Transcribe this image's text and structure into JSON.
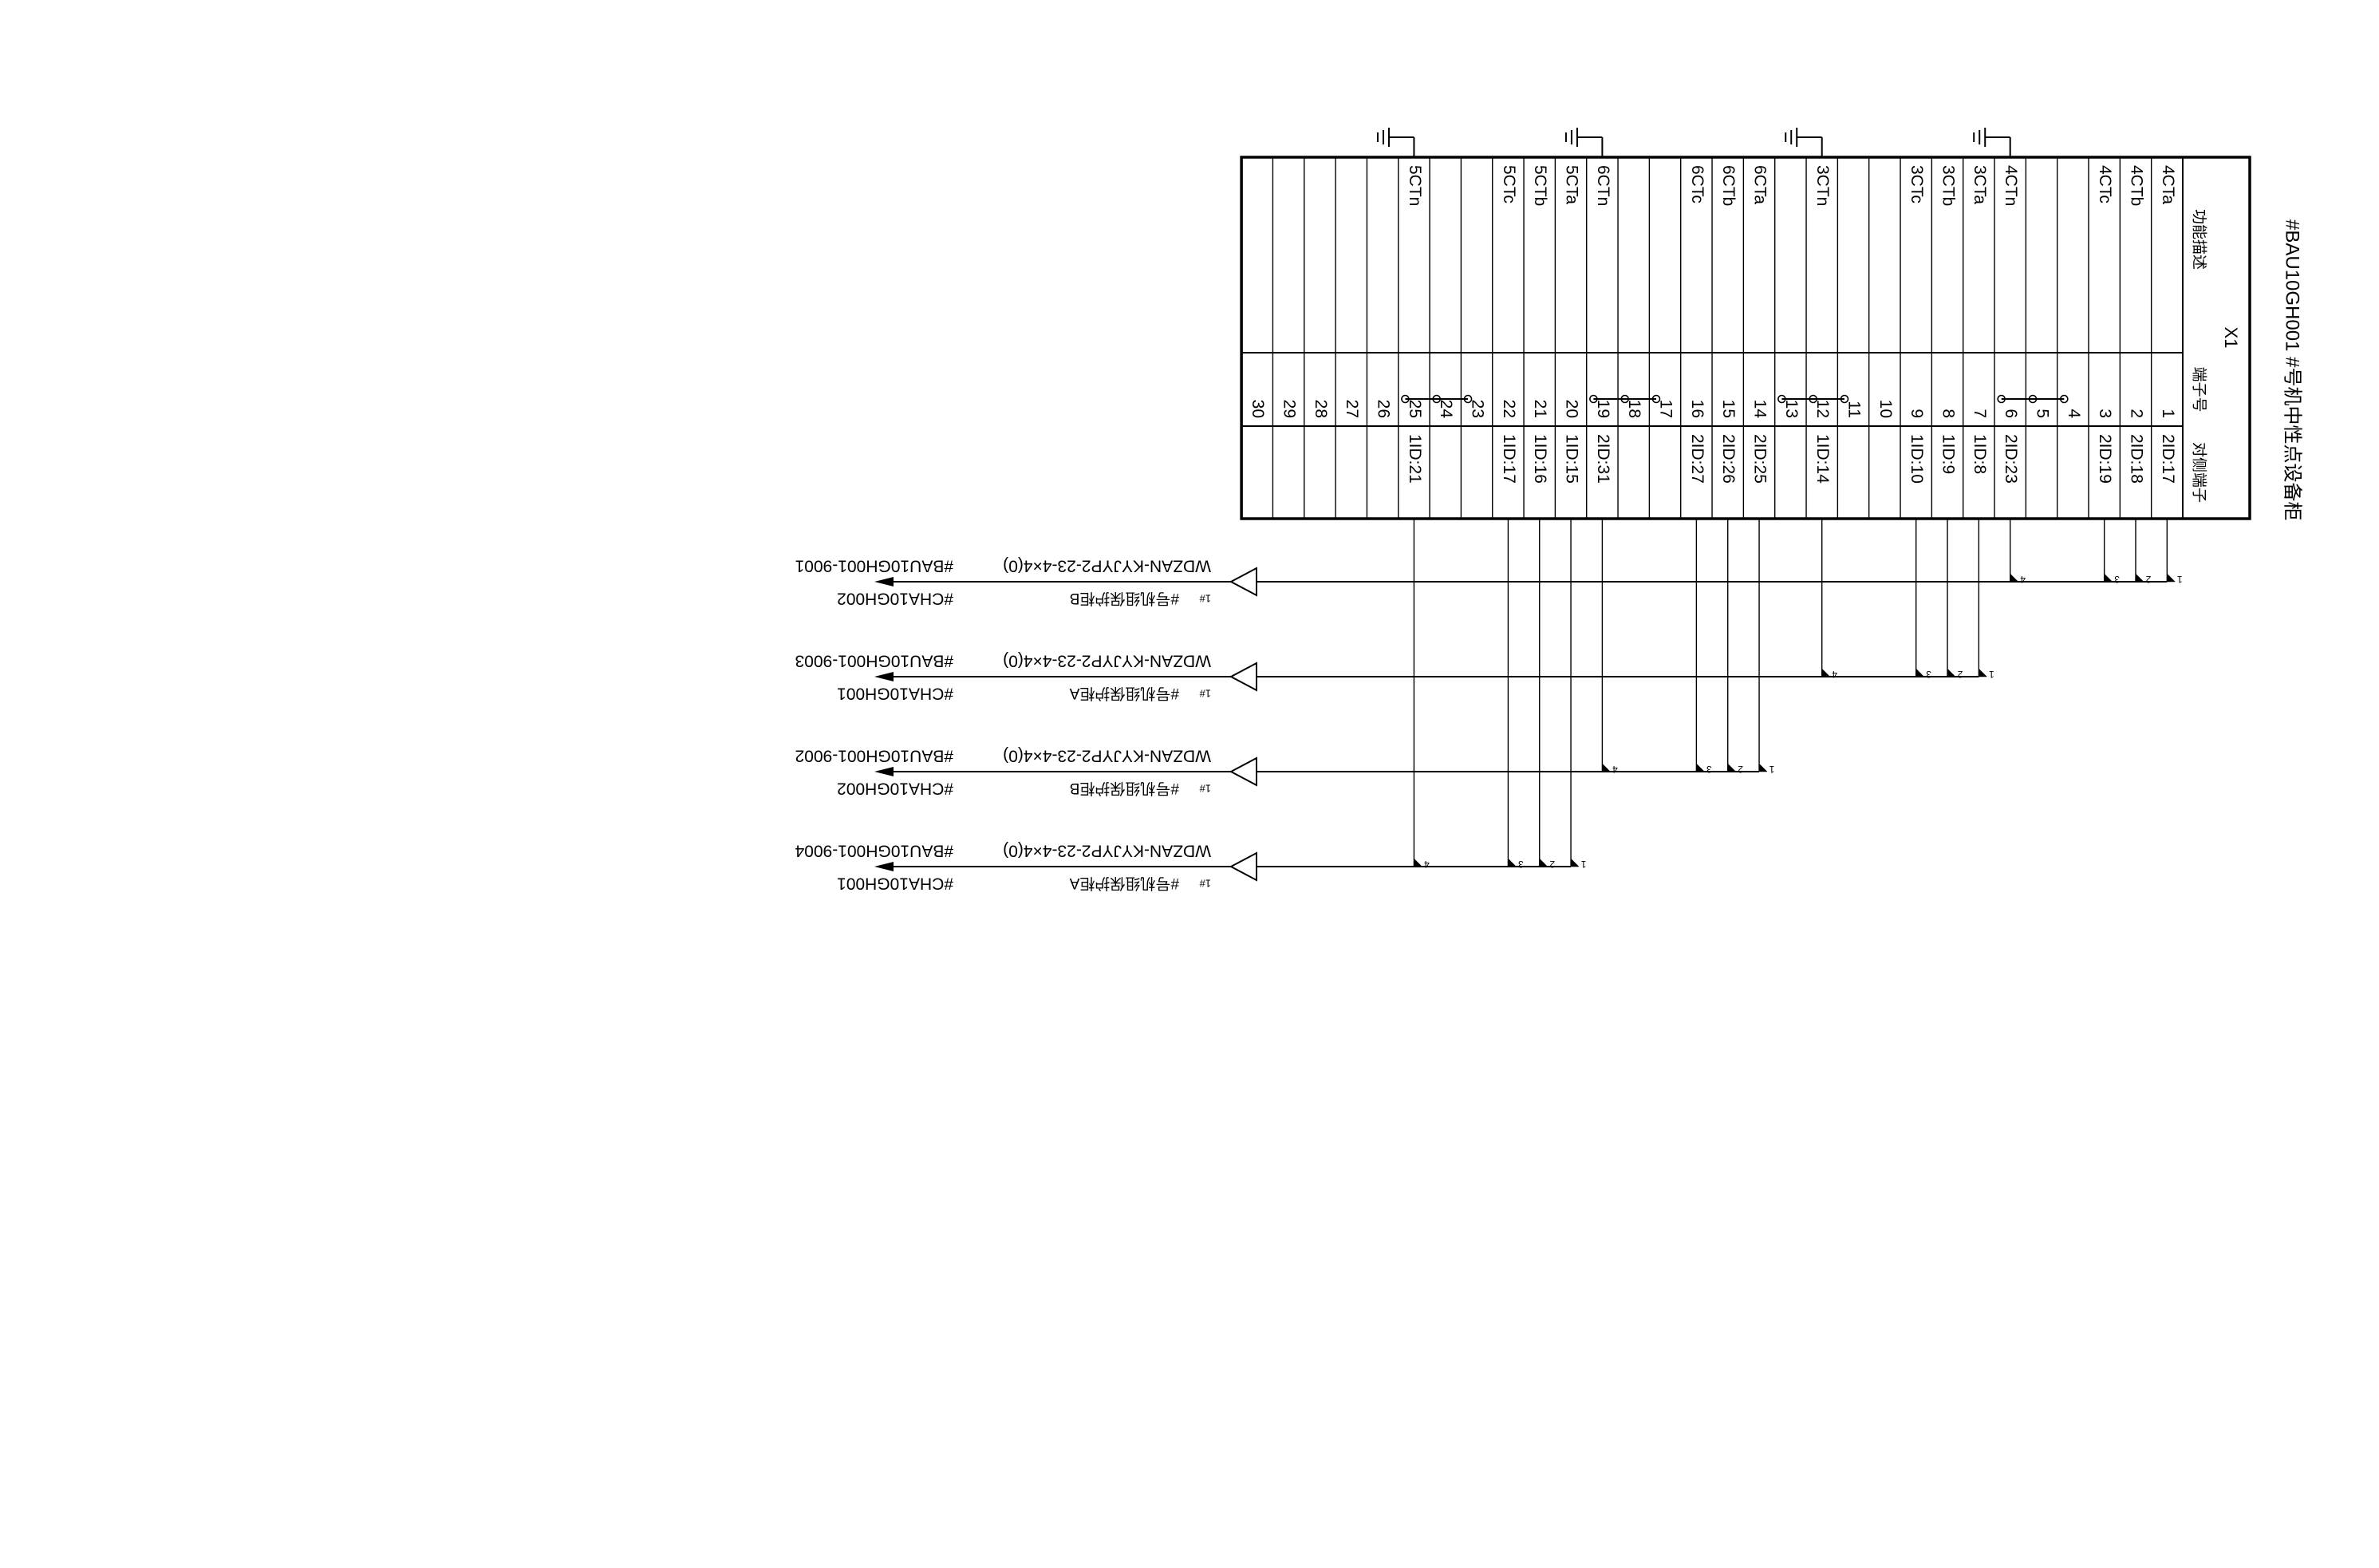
{
  "cabinet": {
    "title": "#BAU10GH001  #号机中性点设备柜",
    "block_name": "X1",
    "header_labels": {
      "function": "功能描述",
      "terminal": "端子号",
      "opposite": "对侧端子"
    }
  },
  "terminals": [
    {
      "no": "1",
      "func": "4CTa",
      "opp": "2ID:17"
    },
    {
      "no": "2",
      "func": "4CTb",
      "opp": "2ID:18"
    },
    {
      "no": "3",
      "func": "4CTc",
      "opp": "2ID:19"
    },
    {
      "no": "4",
      "func": "",
      "opp": ""
    },
    {
      "no": "5",
      "func": "",
      "opp": ""
    },
    {
      "no": "6",
      "func": "4CTn",
      "opp": "2ID:23"
    },
    {
      "no": "7",
      "func": "3CTa",
      "opp": "1ID:8"
    },
    {
      "no": "8",
      "func": "3CTb",
      "opp": "1ID:9"
    },
    {
      "no": "9",
      "func": "3CTc",
      "opp": "1ID:10"
    },
    {
      "no": "10",
      "func": "",
      "opp": ""
    },
    {
      "no": "11",
      "func": "",
      "opp": ""
    },
    {
      "no": "12",
      "func": "3CTn",
      "opp": "1ID:14"
    },
    {
      "no": "13",
      "func": "",
      "opp": ""
    },
    {
      "no": "14",
      "func": "6CTa",
      "opp": "2ID:25"
    },
    {
      "no": "15",
      "func": "6CTb",
      "opp": "2ID:26"
    },
    {
      "no": "16",
      "func": "6CTc",
      "opp": "2ID:27"
    },
    {
      "no": "17",
      "func": "",
      "opp": ""
    },
    {
      "no": "18",
      "func": "",
      "opp": ""
    },
    {
      "no": "19",
      "func": "6CTn",
      "opp": "2ID:31"
    },
    {
      "no": "20",
      "func": "5CTa",
      "opp": "1ID:15"
    },
    {
      "no": "21",
      "func": "5CTb",
      "opp": "1ID:16"
    },
    {
      "no": "22",
      "func": "5CTc",
      "opp": "1ID:17"
    },
    {
      "no": "23",
      "func": "",
      "opp": ""
    },
    {
      "no": "24",
      "func": "",
      "opp": ""
    },
    {
      "no": "25",
      "func": "5CTn",
      "opp": "1ID:21"
    },
    {
      "no": "26",
      "func": "",
      "opp": ""
    },
    {
      "no": "27",
      "func": "",
      "opp": ""
    },
    {
      "no": "28",
      "func": "",
      "opp": ""
    },
    {
      "no": "29",
      "func": "",
      "opp": ""
    },
    {
      "no": "30",
      "func": "",
      "opp": ""
    }
  ],
  "cables": [
    {
      "id": "#BAU10GH001-9001",
      "spec": "WDZAN-KYJYP2-23-4×4(0)",
      "dest_code": "#CHA10GH002",
      "dest_name": "#号机组保护柜B",
      "tag": "1#",
      "cores": [
        "1",
        "2",
        "3",
        "4"
      ]
    },
    {
      "id": "#BAU10GH001-9003",
      "spec": "WDZAN-KYJYP2-23-4×4(0)",
      "dest_code": "#CHA10GH001",
      "dest_name": "#号机组保护柜A",
      "tag": "1#",
      "cores": [
        "1",
        "2",
        "3",
        "4"
      ]
    },
    {
      "id": "#BAU10GH001-9002",
      "spec": "WDZAN-KYJYP2-23-4×4(0)",
      "dest_code": "#CHA10GH002",
      "dest_name": "#号机组保护柜B",
      "tag": "1#",
      "cores": [
        "1",
        "2",
        "3",
        "4"
      ]
    },
    {
      "id": "#BAU10GH001-9004",
      "spec": "WDZAN-KYJYP2-23-4×4(0)",
      "dest_code": "#CHA10GH001",
      "dest_name": "#号机组保护柜A",
      "tag": "1#",
      "cores": [
        "1",
        "2",
        "3",
        "4"
      ]
    }
  ]
}
